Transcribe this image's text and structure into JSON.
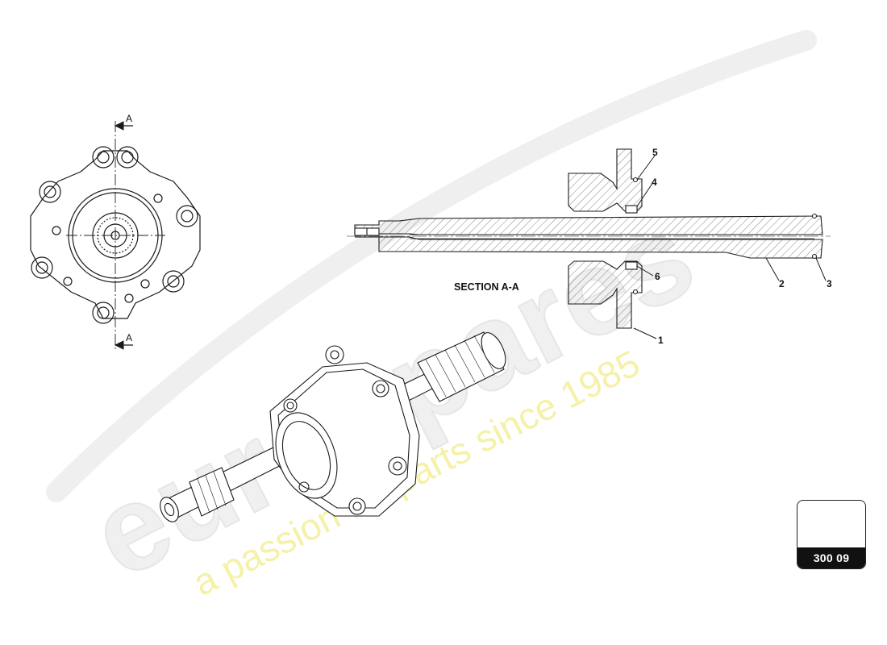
{
  "watermark": {
    "brand": "eurospares",
    "tagline": "a passion for parts since 1985"
  },
  "section": {
    "label": "SECTION A-A",
    "cut_mark": "A"
  },
  "callouts": [
    "1",
    "2",
    "3",
    "4",
    "5",
    "6"
  ],
  "reference": {
    "code": "300 09"
  },
  "colors": {
    "line": "#1a1a1a",
    "hatch": "#555555",
    "watermark_gray": "#e6e6e6",
    "watermark_yellow": "#f1ec8a"
  }
}
